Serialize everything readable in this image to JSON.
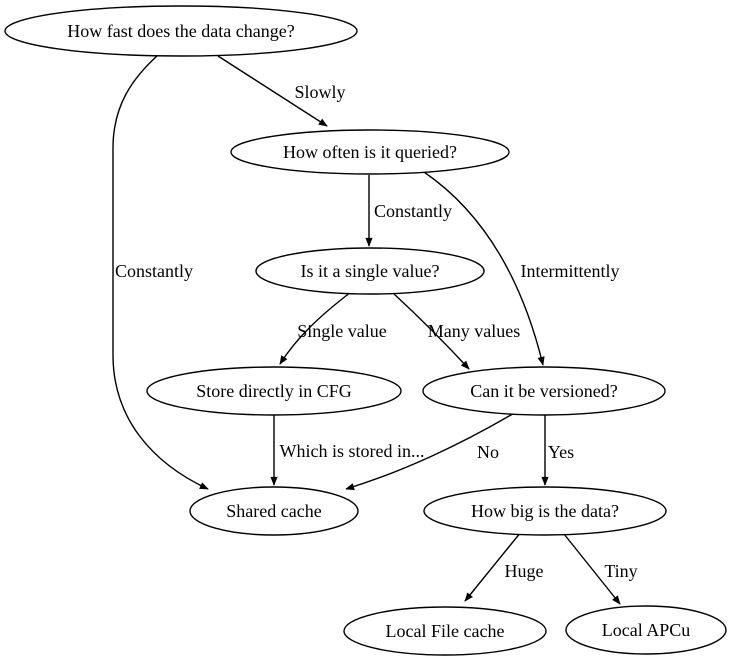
{
  "diagram": {
    "type": "flowchart",
    "background_color": "#ffffff",
    "line_color": "#000000",
    "text_color": "#000000",
    "nodes": {
      "change_rate": {
        "label": "How fast does the data change?"
      },
      "query_frequency": {
        "label": "How often is it queried?"
      },
      "single_value_q": {
        "label": "Is it a single value?"
      },
      "store_cfg": {
        "label": "Store directly in CFG"
      },
      "versionable": {
        "label": "Can it be versioned?"
      },
      "shared_cache": {
        "label": "Shared cache"
      },
      "data_size": {
        "label": "How big is the data?"
      },
      "local_file_cache": {
        "label": "Local File cache"
      },
      "local_apcu": {
        "label": "Local APCu"
      }
    },
    "edges": {
      "slowly": {
        "label": "Slowly"
      },
      "constantly_to_shared": {
        "label": "Constantly"
      },
      "constantly_to_single": {
        "label": "Constantly"
      },
      "intermittently": {
        "label": "Intermittently"
      },
      "single_value": {
        "label": "Single value"
      },
      "many_values": {
        "label": "Many values"
      },
      "which_stored": {
        "label": "Which is stored in..."
      },
      "no": {
        "label": "No"
      },
      "yes": {
        "label": "Yes"
      },
      "huge": {
        "label": "Huge"
      },
      "tiny": {
        "label": "Tiny"
      }
    }
  }
}
